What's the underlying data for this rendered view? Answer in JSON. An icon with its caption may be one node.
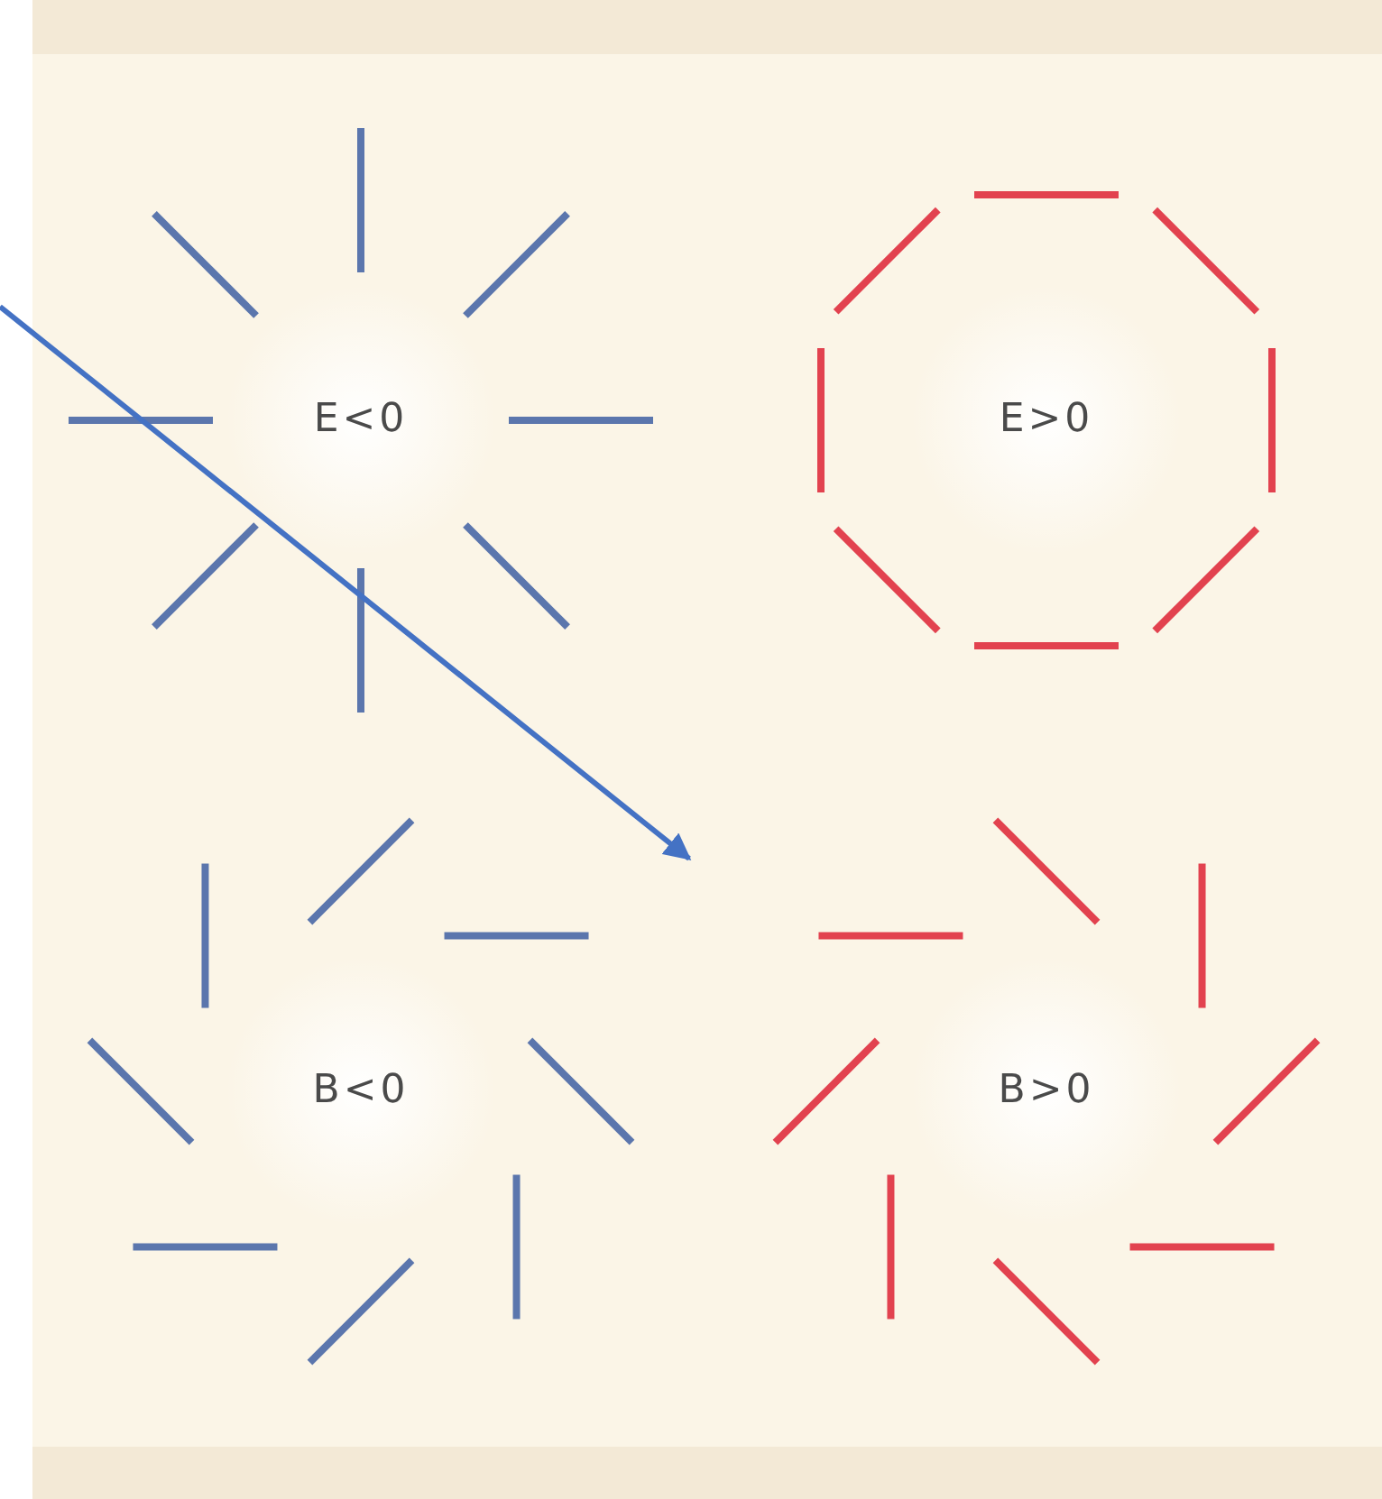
{
  "diagram": {
    "labels": [
      "E<0",
      "E>0",
      "B<0",
      "B>0"
    ]
  }
}
